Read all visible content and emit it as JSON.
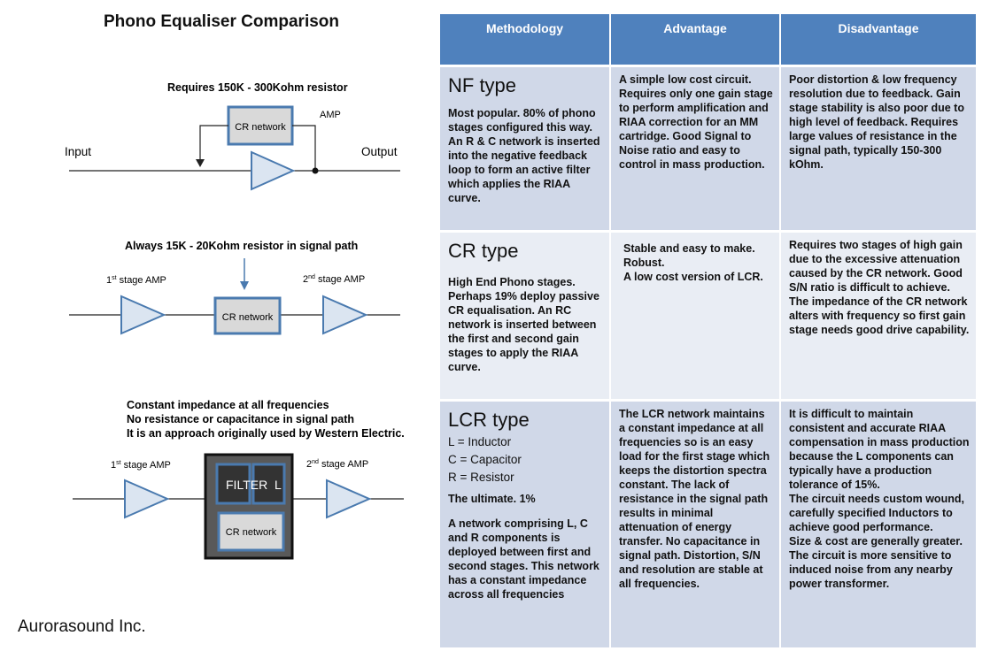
{
  "title": "Phono Equaliser Comparison",
  "footer": "Aurorasound Inc.",
  "diagrams": {
    "nf": {
      "heading": "Requires 150K - 300Kohm resistor",
      "network": "CR network",
      "amp": "AMP",
      "input": "Input",
      "output": "Output"
    },
    "cr": {
      "heading": "Always 15K - 20Kohm resistor in signal path",
      "stage1_num": "1",
      "stage1_sup": "st",
      "stage1_rest": " stage AMP",
      "stage2_num": "2",
      "stage2_sup": "nd",
      "stage2_rest": " stage AMP",
      "network": "CR network"
    },
    "lcr": {
      "heading1": "Constant impedance at all frequencies",
      "heading2": "No resistance or capacitance in signal path",
      "heading3": "It is an approach originally used by Western Electric.",
      "stage1_num": "1",
      "stage1_sup": "st",
      "stage1_rest": " stage AMP",
      "stage2_num": "2",
      "stage2_sup": "nd",
      "stage2_rest": " stage AMP",
      "filter": "FILTER",
      "l": "L",
      "network": "CR network"
    }
  },
  "table": {
    "headers": [
      "Methodology",
      "Advantage",
      "Disadvantage"
    ],
    "rows": [
      {
        "name": "NF type",
        "desc": "Most popular. 80% of phono stages configured this way. An R & C network is inserted into the negative feedback loop to form an active filter which applies the RIAA curve.",
        "advantage": "A simple low cost circuit. Requires only one gain stage to perform amplification and RIAA correction for an MM cartridge. Good Signal to Noise ratio and easy to control in mass production.",
        "disadvantage": "Poor distortion & low frequency resolution due to feedback. Gain stage stability is also poor due to high level of feedback. Requires large values of resistance in the signal path, typically 150-300 kOhm."
      },
      {
        "name": "CR type",
        "desc": "High End Phono stages. Perhaps 19% deploy passive CR equalisation. An RC network is inserted between the first and second gain stages to apply the RIAA curve.",
        "advantage1": "Stable and easy to make.",
        "advantage2": "Robust.",
        "advantage3": "A low cost version of LCR.",
        "disadvantage": "Requires two stages of high gain due to the excessive attenuation caused by the CR network. Good S/N ratio is difficult to achieve. The impedance of the CR network alters with frequency so first gain stage needs good drive capability."
      },
      {
        "name": "LCR type",
        "l_line": "L = Inductor",
        "c_line": "C = Capacitor",
        "r_line": "R = Resistor",
        "ultimate": "The ultimate. 1%",
        "desc": "A network comprising L, C and R components is deployed between first and second stages. This network has a constant impedance across all frequencies",
        "advantage": "The LCR network maintains a constant impedance at all frequencies so is an easy load for the first stage which keeps the distortion spectra constant. The lack of resistance in the signal path results in minimal attenuation of energy transfer. No capacitance in signal path. Distortion, S/N and resolution are stable at all frequencies.",
        "disadvantage1": "It is difficult to maintain consistent and accurate RIAA compensation in mass production because the L components can typically have a production tolerance of 15%.",
        "disadvantage2": "The circuit needs custom wound, carefully specified Inductors to achieve good performance.",
        "disadvantage3": "Size & cost are generally greater.",
        "disadvantage4": "The circuit is more sensitive to induced noise from any nearby power transformer."
      }
    ]
  },
  "colors": {
    "header_bg": "#4f81bd",
    "row_dark": "#d0d8e8",
    "row_light": "#e9edf4",
    "amp_fill": "#dbe5f1",
    "amp_stroke": "#4a7aaf"
  }
}
